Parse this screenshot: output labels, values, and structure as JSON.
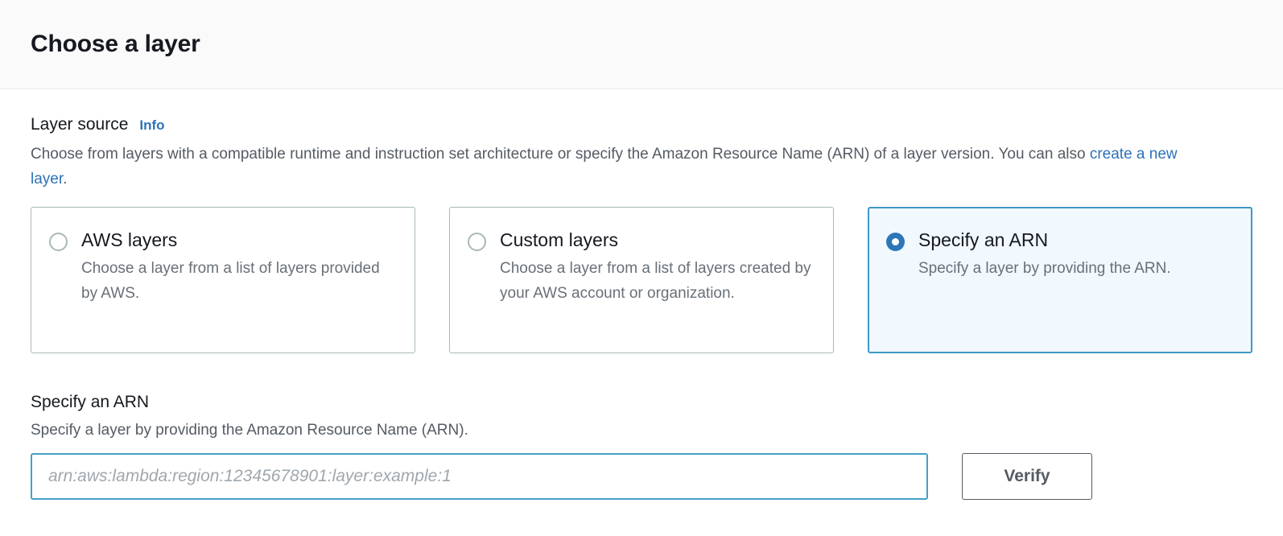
{
  "modal": {
    "title": "Choose a layer"
  },
  "layer_source": {
    "label": "Layer source",
    "info_link": "Info",
    "description_part1": "Choose from layers with a compatible runtime and instruction set architecture or specify the Amazon Resource Name (ARN) of a layer version. You can also ",
    "description_link": "create a new layer",
    "description_part2": ".",
    "options": [
      {
        "title": "AWS layers",
        "description": "Choose a layer from a list of layers provided by AWS.",
        "selected": false
      },
      {
        "title": "Custom layers",
        "description": "Choose a layer from a list of layers created by your AWS account or organization.",
        "selected": false
      },
      {
        "title": "Specify an ARN",
        "description": "Specify a layer by providing the ARN.",
        "selected": true
      }
    ]
  },
  "arn_section": {
    "heading": "Specify an ARN",
    "subtext": "Specify a layer by providing the Amazon Resource Name (ARN).",
    "input_value": "",
    "input_placeholder": "arn:aws:lambda:region:12345678901:layer:example:1",
    "verify_label": "Verify"
  },
  "colors": {
    "accent_blue": "#2d72b8",
    "selected_border": "#3d99c6",
    "selected_background": "#f1f8fe",
    "radio_selected": "#2d77b8",
    "input_focus_border": "#44a0c8",
    "button_border": "#545b64",
    "header_background": "#fafafa",
    "text_primary": "#16191f",
    "text_secondary": "#545b64"
  }
}
